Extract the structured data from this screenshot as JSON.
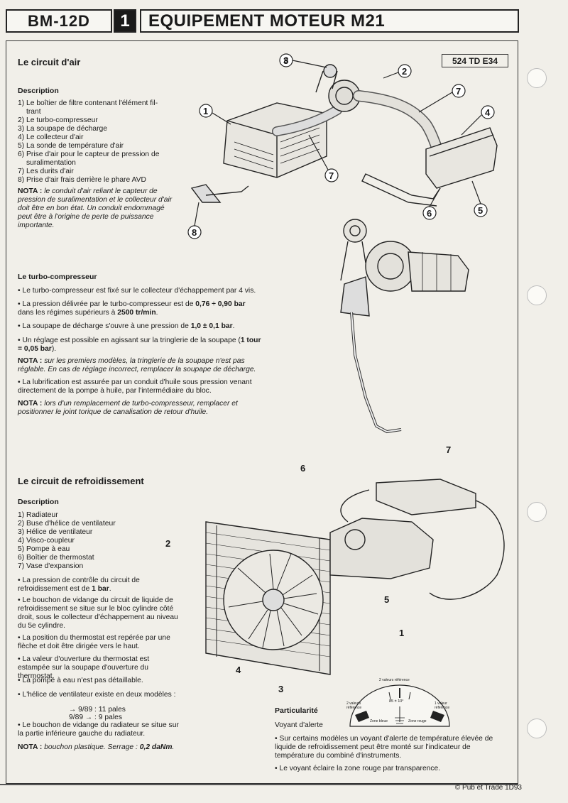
{
  "header": {
    "model": "BM-12D",
    "section_number": "1",
    "title": "EQUIPEMENT MOTEUR M21"
  },
  "ref_code": "524 TD E34",
  "air_circuit": {
    "title": "Le circuit d'air",
    "description_title": "Description",
    "items": [
      "1) Le boîtier de filtre contenant l'élément fil-",
      "trant",
      "2) Le turbo-compresseur",
      "3) La soupape de décharge",
      "4) Le collecteur d'air",
      "5) La sonde de température d'air",
      "6) Prise d'air pour le capteur de pression de",
      "suralimentation",
      "7) Les durits d'air",
      "8) Prise d'air frais derrière le phare AVD"
    ],
    "nota_label": "NOTA :",
    "nota_text": "le conduit d'air reliant le capteur de pression de suralimentation et le collecteur d'air doit être en bon état. Un conduit endommagé peut être à l'origine de perte de puissance importante."
  },
  "turbo": {
    "title": "Le turbo-compresseur",
    "p1": "• Le turbo-compresseur est fixé sur le collecteur d'échappement par 4 vis.",
    "p2_a": "• La pression délivrée par le turbo-compresseur est de ",
    "p2_b": "0,76 ÷ 0,90 bar",
    "p2_c": " dans les régimes supérieurs à ",
    "p2_d": "2500 tr/min",
    "p2_e": ".",
    "p3_a": "• La soupape de décharge s'ouvre à une pression de ",
    "p3_b": "1,0 ± 0,1 bar",
    "p3_c": ".",
    "p4_a": "• Un réglage est possible en agissant sur la tringlerie de la soupape (",
    "p4_b": "1 tour = 0,05 bar",
    "p4_c": ").",
    "nota1_label": "NOTA :",
    "nota1_text": "sur les premiers modèles, la tringlerie de la soupape n'est pas réglable. En cas de réglage incorrect, remplacer la soupape de décharge.",
    "p5": "• La lubrification est assurée par un conduit d'huile sous pression venant directement de la pompe à huile, par l'intermédiaire du bloc.",
    "nota2_label": "NOTA :",
    "nota2_text": "lors d'un remplacement de turbo-compresseur, remplacer et positionner le joint torique de canalisation de retour d'huile."
  },
  "cooling": {
    "title": "Le circuit de refroidissement",
    "description_title": "Description",
    "items": [
      "1) Radiateur",
      "2) Buse d'hélice de ventilateur",
      "3) Hélice de ventilateur",
      "4) Visco-coupleur",
      "5) Pompe à eau",
      "6) Boîtier de thermostat",
      "7) Vase d'expansion"
    ],
    "b1_a": "• La pression de contrôle du circuit de refroidissement est de ",
    "b1_b": "1 bar",
    "b1_c": ".",
    "b2": "• Le bouchon de vidange du circuit de liquide de refroidissement se situe sur le bloc cylindre côté droit, sous le collecteur d'échappement au niveau du 5e cylindre.",
    "b3": "• La position du thermostat est repérée par une flèche et doit être dirigée vers le haut.",
    "b4": "• La valeur d'ouverture du thermostat est estampée sur la soupape d'ouverture du thermostat.",
    "b5": "• La pompe à eau n'est pas détaillable.",
    "b6": "• L'hélice de ventilateur existe en deux modèles :",
    "model1": "→ 9/89 : 11 pales",
    "model2": "9/89 → : 9 pales",
    "b7": "• Le bouchon de vidange du radiateur se situe sur la partie inférieure gauche du radiateur.",
    "nota_label": "NOTA :",
    "nota_text_a": "bouchon plastique. Serrage : ",
    "nota_text_b": "0,2 daNm",
    "nota_text_c": "."
  },
  "particularity": {
    "title": "Particularité",
    "subtitle": "Voyant d'alerte",
    "p1": "• Sur certains modèles un voyant d'alerte de température élevée de liquide de refroidissement peut être monté sur l'indicateur de température du combiné d'instruments.",
    "p2": "• Le voyant éclaire la zone rouge par transparence.",
    "gauge": {
      "top_label": "2 valeurs référence",
      "left_label": "2 valeurs référence",
      "right_label": "1 valeur référence",
      "center_value": "85 ± 10°",
      "blue_zone": "Zone bleue",
      "red_zone": "Zone rouge"
    }
  },
  "callouts": {
    "air": [
      "1",
      "2",
      "3",
      "4",
      "5",
      "6",
      "7",
      "7",
      "8"
    ],
    "cooling": [
      "1",
      "2",
      "3",
      "4",
      "5",
      "6",
      "7"
    ]
  },
  "footer": "© Pub et Trade 1D93"
}
